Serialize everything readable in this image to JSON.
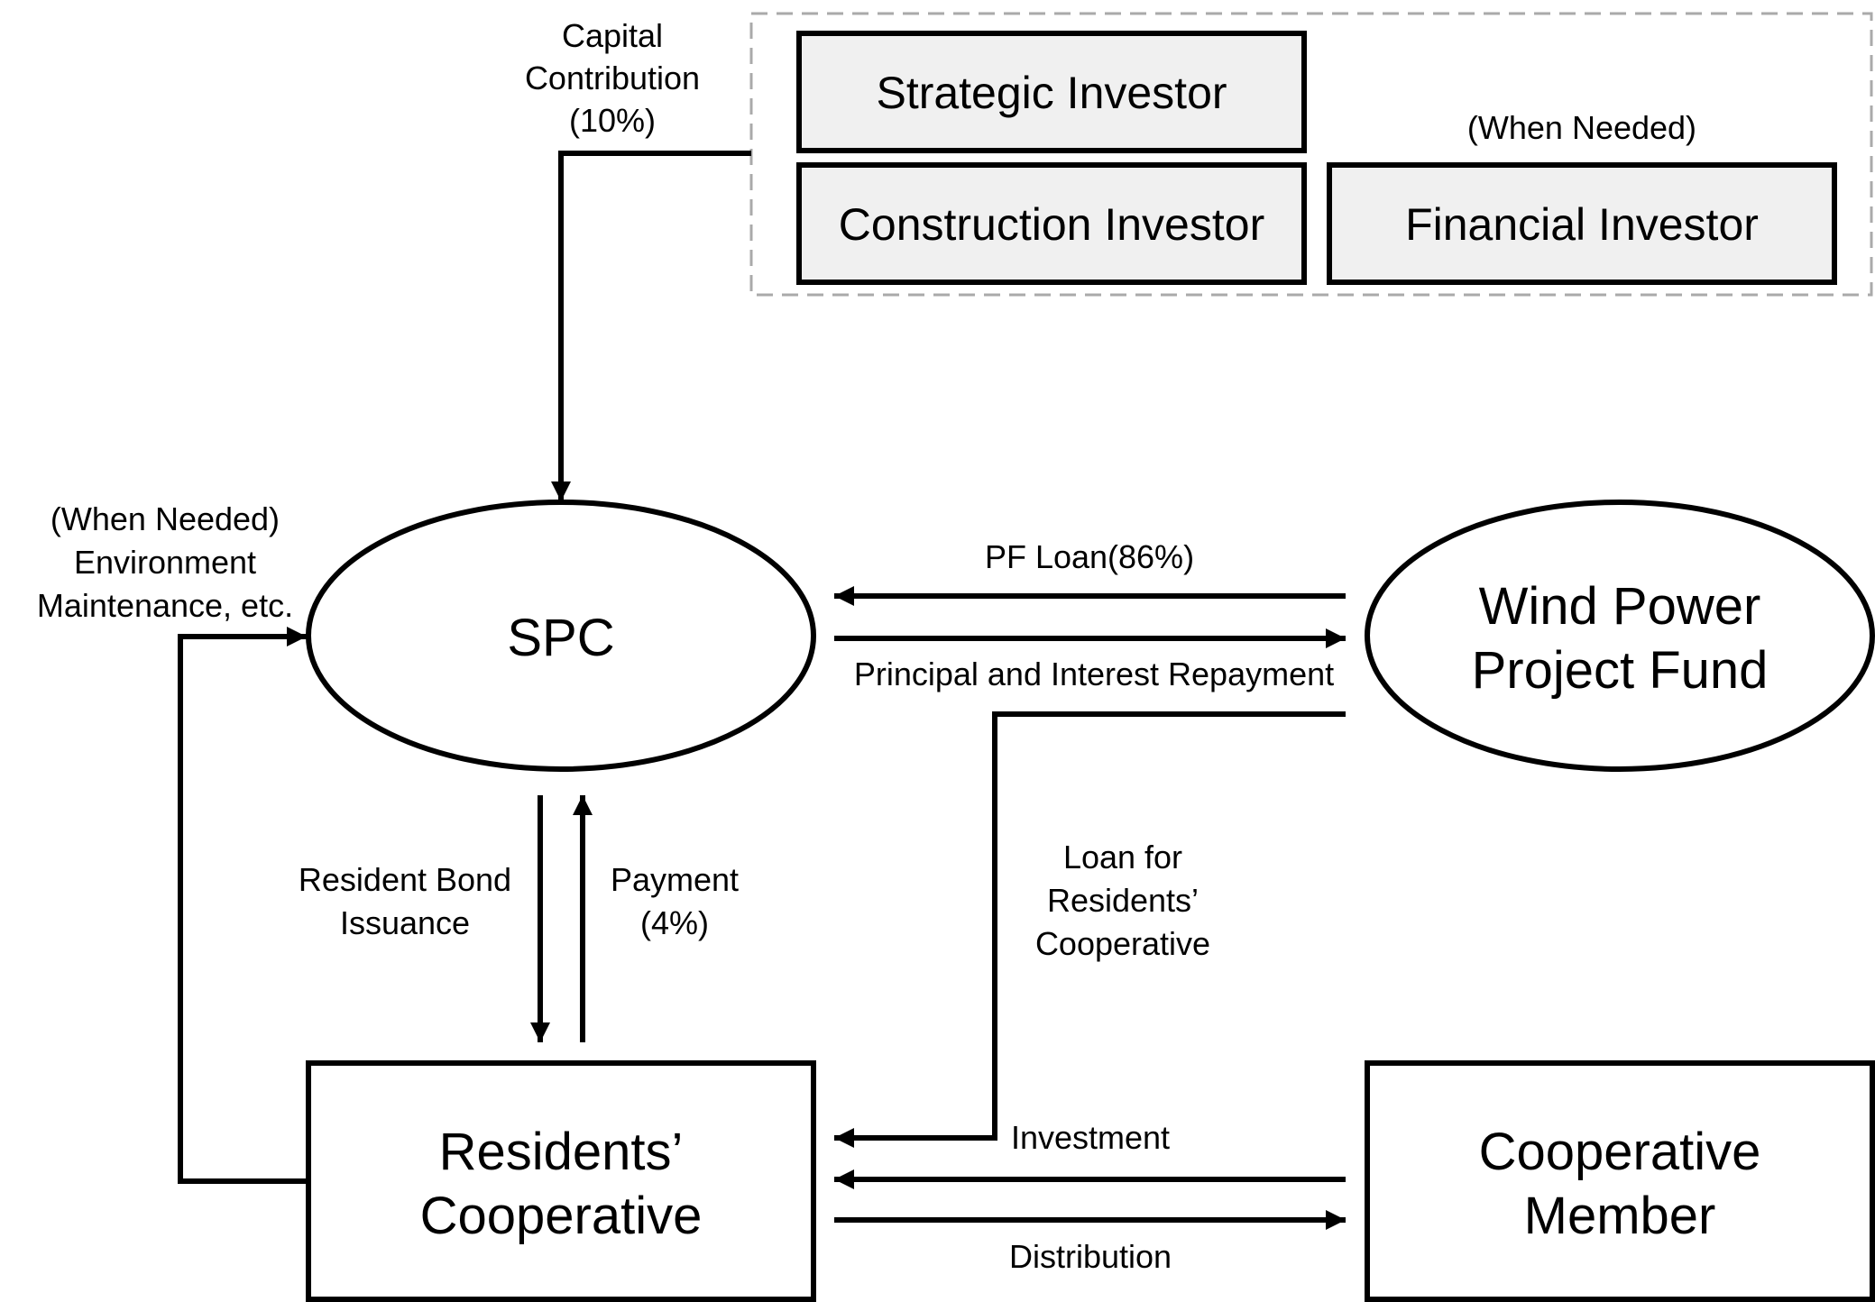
{
  "investors": {
    "strategic": "Strategic Investor",
    "construction": "Construction Investor",
    "financial": "Financial Investor",
    "financial_note": "(When Needed)"
  },
  "capital_contribution": {
    "line1": "Capital",
    "line2": "Contribution",
    "line3": "(10%)"
  },
  "spc": {
    "label": "SPC"
  },
  "fund": {
    "line1": "Wind Power",
    "line2": "Project Fund"
  },
  "residents_coop": {
    "line1": "Residents’",
    "line2": "Cooperative"
  },
  "coop_member": {
    "line1": "Cooperative",
    "line2": "Member"
  },
  "environment": {
    "line1": "(When Needed)",
    "line2": "Environment",
    "line3": "Maintenance, etc."
  },
  "flows": {
    "pf_loan": "PF Loan(86%)",
    "repayment": "Principal and Interest Repayment",
    "resident_bond_1": "Resident Bond",
    "resident_bond_2": "Issuance",
    "payment_1": "Payment",
    "payment_2": "(4%)",
    "loan_coop_1": "Loan for",
    "loan_coop_2": "Residents’",
    "loan_coop_3": "Cooperative",
    "investment": "Investment",
    "distribution": "Distribution"
  },
  "colors": {
    "stroke": "#000000",
    "investor_fill": "#f0f0f0",
    "dashed_border": "#aaaaaa",
    "background": "#ffffff"
  }
}
